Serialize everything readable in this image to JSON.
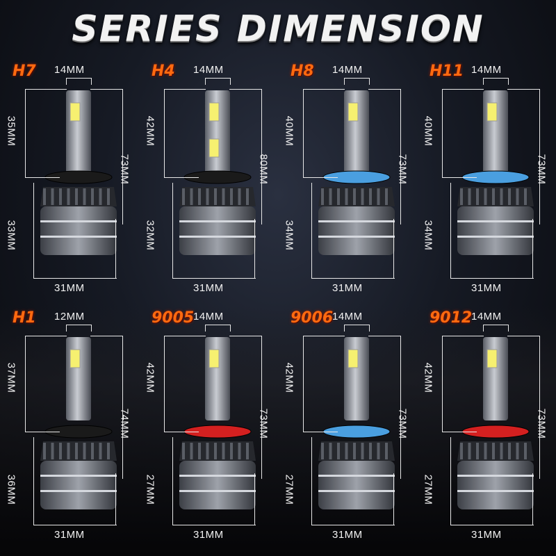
{
  "title": "SERIES DIMENSION",
  "colors": {
    "model_label": "#ff6a10",
    "blue_ring": "#4a9fe0",
    "red_ring": "#d42020"
  },
  "bulbs": [
    {
      "model": "H7",
      "top_width": "14MM",
      "upper_height": "35MM",
      "lower_height": "33MM",
      "total_height": "73MM",
      "base_width": "31MM",
      "ring": "black"
    },
    {
      "model": "H4",
      "top_width": "14MM",
      "upper_height": "42MM",
      "lower_height": "32MM",
      "total_height": "80MM",
      "base_width": "31MM",
      "ring": "black"
    },
    {
      "model": "H8",
      "top_width": "14MM",
      "upper_height": "40MM",
      "lower_height": "34MM",
      "total_height": "73MM",
      "base_width": "31MM",
      "ring": "blue"
    },
    {
      "model": "H11",
      "top_width": "14MM",
      "upper_height": "40MM",
      "lower_height": "34MM",
      "total_height": "73MM",
      "base_width": "31MM",
      "ring": "blue"
    },
    {
      "model": "H1",
      "top_width": "12MM",
      "upper_height": "37MM",
      "lower_height": "36MM",
      "total_height": "74MM",
      "base_width": "31MM",
      "ring": "black"
    },
    {
      "model": "9005",
      "top_width": "14MM",
      "upper_height": "42MM",
      "lower_height": "27MM",
      "total_height": "73MM",
      "base_width": "31MM",
      "ring": "red"
    },
    {
      "model": "9006",
      "top_width": "14MM",
      "upper_height": "42MM",
      "lower_height": "27MM",
      "total_height": "73MM",
      "base_width": "31MM",
      "ring": "blue"
    },
    {
      "model": "9012",
      "top_width": "14MM",
      "upper_height": "42MM",
      "lower_height": "27MM",
      "total_height": "73MM",
      "base_width": "31MM",
      "ring": "red"
    }
  ]
}
